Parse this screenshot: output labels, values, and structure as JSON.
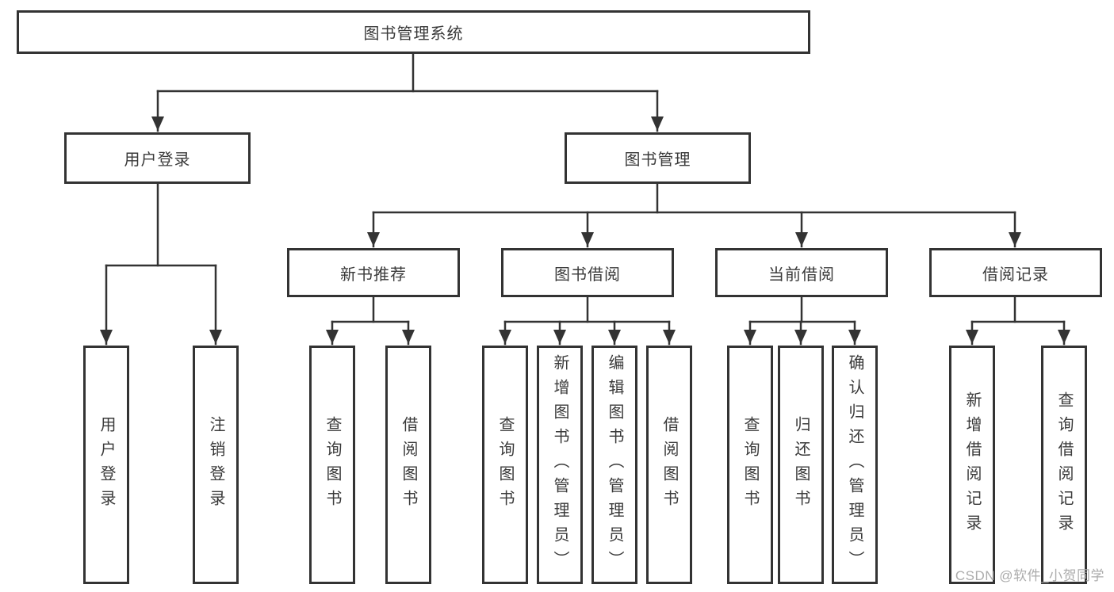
{
  "diagram": {
    "root": {
      "label": "图书管理系统"
    },
    "level1": [
      {
        "id": "user-login",
        "label": "用户登录"
      },
      {
        "id": "book-management",
        "label": "图书管理"
      }
    ],
    "level2": [
      {
        "id": "new-book-recommend",
        "label": "新书推荐"
      },
      {
        "id": "book-borrow",
        "label": "图书借阅"
      },
      {
        "id": "current-borrow",
        "label": "当前借阅"
      },
      {
        "id": "borrow-record",
        "label": "借阅记录"
      }
    ],
    "leaves": [
      {
        "id": "leaf-user-login",
        "label": "用户登录",
        "parent": "user-login"
      },
      {
        "id": "leaf-logout",
        "label": "注销登录",
        "parent": "user-login"
      },
      {
        "id": "leaf-query-book-recommend",
        "label": "查询图书",
        "parent": "new-book-recommend"
      },
      {
        "id": "leaf-borrow-book-recommend",
        "label": "借阅图书",
        "parent": "new-book-recommend"
      },
      {
        "id": "leaf-query-book-borrow",
        "label": "查询图书",
        "parent": "book-borrow"
      },
      {
        "id": "leaf-add-book-admin",
        "label": "新增图书（管理员）",
        "parent": "book-borrow"
      },
      {
        "id": "leaf-edit-book-admin",
        "label": "编辑图书（管理员）",
        "parent": "book-borrow"
      },
      {
        "id": "leaf-borrow-book",
        "label": "借阅图书",
        "parent": "book-borrow"
      },
      {
        "id": "leaf-query-book-current",
        "label": "查询图书",
        "parent": "current-borrow"
      },
      {
        "id": "leaf-return-book",
        "label": "归还图书",
        "parent": "current-borrow"
      },
      {
        "id": "leaf-confirm-return-admin",
        "label": "确认归还（管理员）",
        "parent": "current-borrow"
      },
      {
        "id": "leaf-add-borrow-record",
        "label": "新增借阅记录",
        "parent": "borrow-record"
      },
      {
        "id": "leaf-query-borrow-record",
        "label": "查询借阅记录",
        "parent": "borrow-record"
      }
    ]
  },
  "watermark": "CSDN @软件_小贺同学",
  "colors": {
    "stroke": "#333333",
    "text": "#3a3a3a",
    "watermark": "#ababab",
    "background": "#ffffff"
  }
}
